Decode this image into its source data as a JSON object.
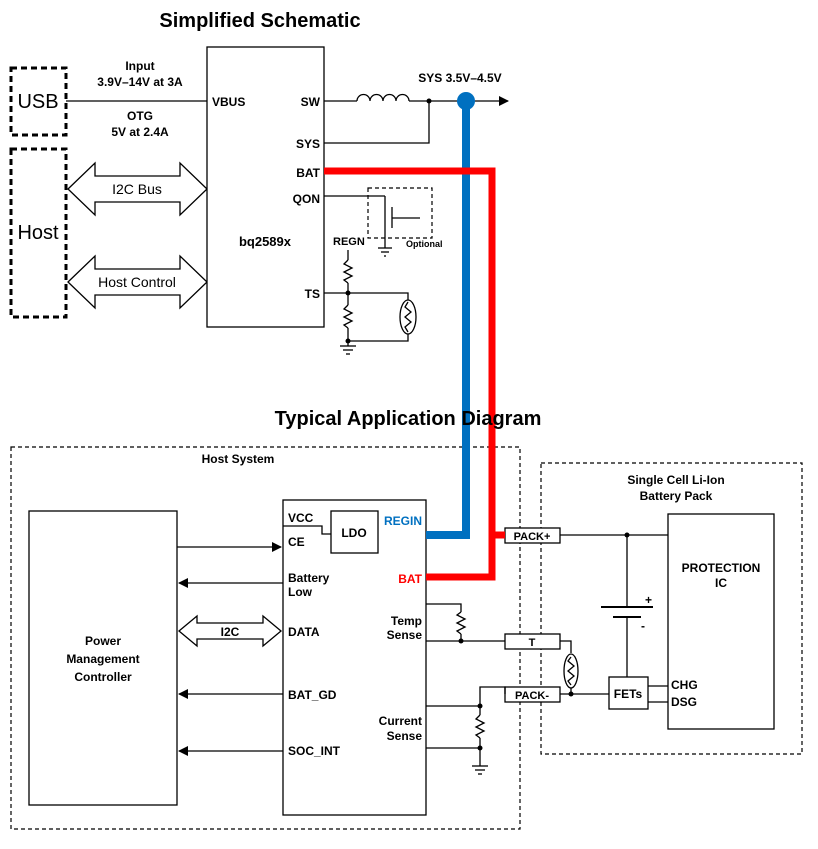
{
  "titles": {
    "schematic": "Simplified Schematic",
    "application": "Typical Application Diagram"
  },
  "schematic": {
    "usb": "USB",
    "host": "Host",
    "input_line1": "Input",
    "input_line2": "3.9V–14V at 3A",
    "otg_line1": "OTG",
    "otg_line2": "5V at 2.4A",
    "i2c_bus": "I2C Bus",
    "host_control": "Host Control",
    "chip": "bq2589x",
    "pins": {
      "vbus": "VBUS",
      "sw": "SW",
      "sys": "SYS",
      "bat": "BAT",
      "qon": "QON",
      "regn": "REGN",
      "ts": "TS"
    },
    "sys_out": "SYS 3.5V–4.5V",
    "optional": "Optional"
  },
  "application": {
    "host_system": "Host System",
    "pmc_line1": "Power",
    "pmc_line2": "Management",
    "pmc_line3": "Controller",
    "i2c": "I2C",
    "ldo": "LDO",
    "pins": {
      "vcc": "VCC",
      "ce": "CE",
      "battery_low_1": "Battery",
      "battery_low_2": "Low",
      "data": "DATA",
      "bat_gd": "BAT_GD",
      "soc_int": "SOC_INT",
      "regin": "REGIN",
      "bat": "BAT",
      "temp_1": "Temp",
      "temp_2": "Sense",
      "current_1": "Current",
      "current_2": "Sense"
    },
    "pack_title_1": "Single Cell Li-Ion",
    "pack_title_2": "Battery Pack",
    "pack_plus": "PACK+",
    "pack_t": "T",
    "pack_minus": "PACK-",
    "protection_1": "PROTECTION",
    "protection_2": "IC",
    "fets": "FETs",
    "chg": "CHG",
    "dsg": "DSG",
    "cell_plus": "+",
    "cell_minus": "-"
  },
  "colors": {
    "regin_wire": "#0070c0",
    "bat_wire": "#ff0000",
    "regin_label": "#0070c0",
    "bat_label": "#ff0000"
  }
}
